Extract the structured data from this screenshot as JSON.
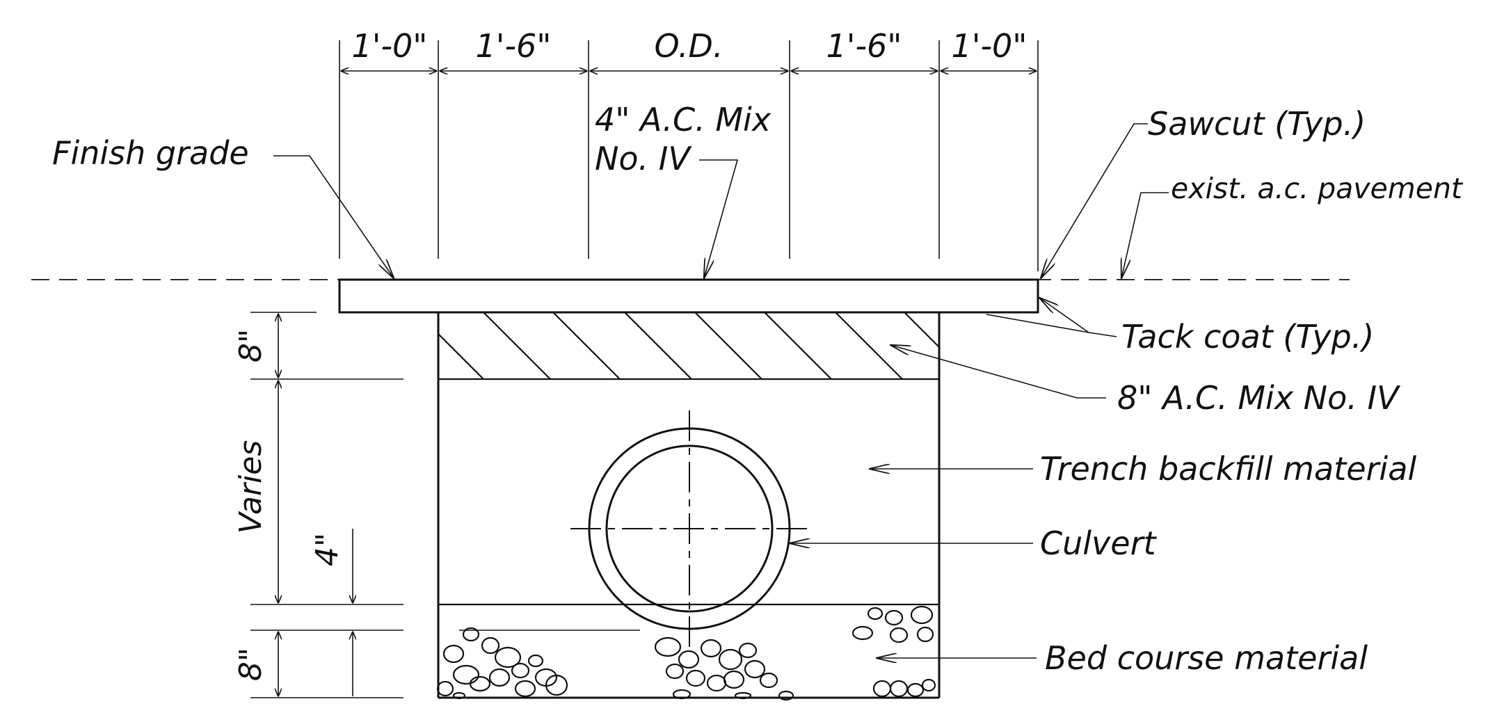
{
  "dimensions_top": [
    "1'-0\"",
    "1'-6\"",
    "O.D.",
    "1'-6\"",
    "1'-0\""
  ],
  "dimensions_left": {
    "pavement_depth": "8\"",
    "varies": "Varies",
    "clearance": "4\"",
    "bed_depth": "8\""
  },
  "labels": {
    "finish_grade": "Finish grade",
    "ac_mix_top_line1": "4\" A.C. Mix",
    "ac_mix_top_line2": "No. IV",
    "sawcut": "Sawcut (Typ.)",
    "exist_pavement": "exist. a.c. pavement",
    "tack_coat": "Tack coat (Typ.)",
    "ac_mix_lower": "8\" A.C. Mix No. IV",
    "trench_backfill": "Trench backfill material",
    "culvert": "Culvert",
    "bed_course": "Bed course material"
  }
}
